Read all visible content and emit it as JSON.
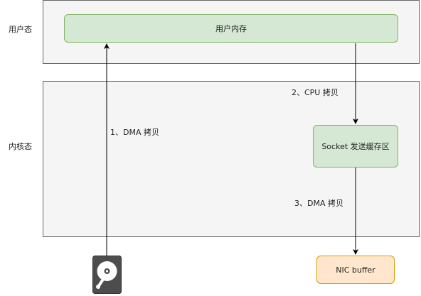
{
  "zones": {
    "user": {
      "label": "用户态"
    },
    "kernel": {
      "label": "内核态"
    }
  },
  "nodes": {
    "user_memory": "用户内存",
    "socket_buffer": "Socket 发送缓存区",
    "nic_buffer": "NIC buffer"
  },
  "edges": {
    "dma_copy_1": "1、DMA 拷贝",
    "cpu_copy_2": "2、CPU 拷贝",
    "dma_copy_3": "3、DMA 拷贝"
  },
  "icons": {
    "disk": "hard-disk-icon"
  },
  "colors": {
    "zone_fill": "#f5f5f5",
    "green_fill": "#d5e8d4",
    "green_stroke": "#82b366",
    "orange_fill": "#ffe6cc",
    "orange_stroke": "#d79b00",
    "disk_color": "#4d4d4d"
  }
}
